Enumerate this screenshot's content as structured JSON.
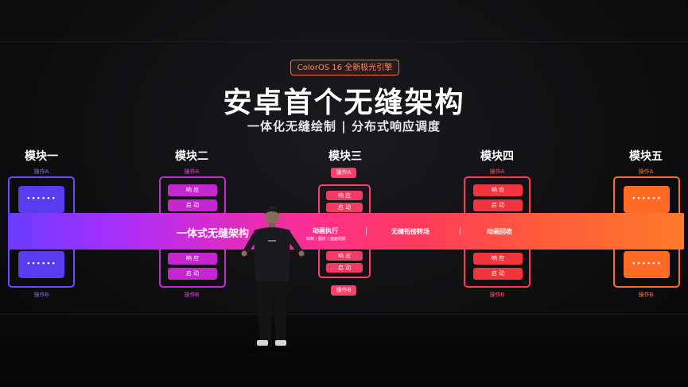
{
  "tag": "ColorOS 16 全新极光引擎",
  "title": "安卓首个无缝架构",
  "subtitle": "一体化无缝绘制 | 分布式响应调度",
  "modules": [
    {
      "title": "模块一",
      "op_top": "操作A",
      "op_bottom": "操作B",
      "placeholder": "••••••"
    },
    {
      "title": "模块二",
      "op_top": "操作A",
      "op_bottom": "操作B",
      "items_top": [
        "响 应",
        "启 动"
      ],
      "items_bottom": [
        "响 应",
        "启 动"
      ]
    },
    {
      "title": "模块三",
      "op_top": "操作A",
      "op_bottom": "操作B",
      "items_top": [
        "响 应",
        "启 动"
      ],
      "items_bottom": [
        "响 应",
        "启 动"
      ]
    },
    {
      "title": "模块四",
      "op_top": "操作A",
      "op_bottom": "操作B",
      "items_top": [
        "响 应",
        "启 动"
      ],
      "items_bottom": [
        "响 应",
        "启 动"
      ]
    },
    {
      "title": "模块五",
      "op_top": "操作A",
      "op_bottom": "操作B",
      "placeholder": "••••••"
    }
  ],
  "band": {
    "main": "一体式无缝架构",
    "stage1": "动画执行",
    "stage1_sub": "绘制 | 图形 | 画面调度",
    "stage2": "无缝衔接转场",
    "stage3": "动画回收"
  },
  "colors": {
    "module1": "#6a4bff",
    "module2": "#d42bd6",
    "module3": "#ff3d6a",
    "module4": "#ff3a4a",
    "module5": "#ff6a2a"
  }
}
